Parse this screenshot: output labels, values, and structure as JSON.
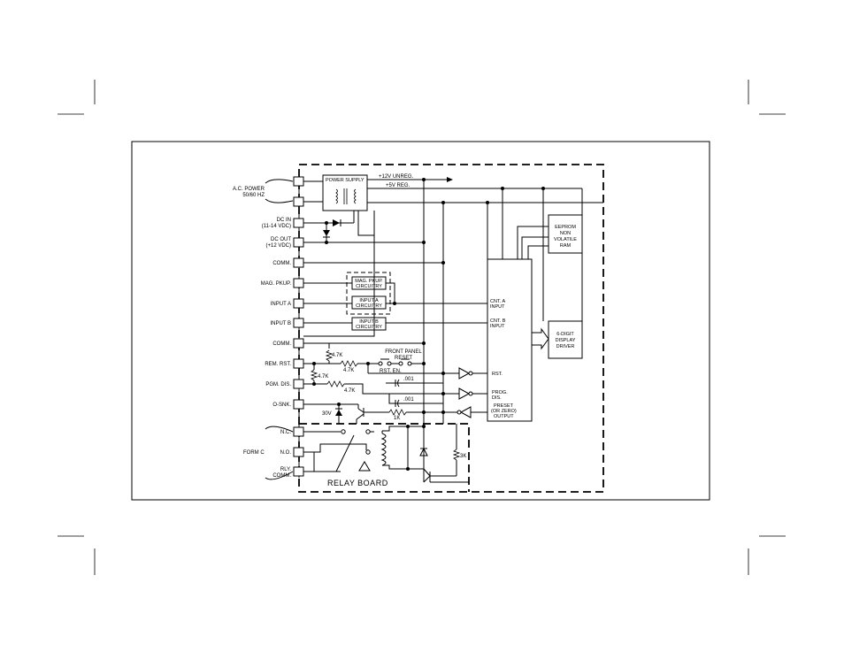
{
  "terminals": [
    {
      "id": "ac1",
      "label": ""
    },
    {
      "id": "ac2",
      "label": ""
    },
    {
      "id": "dcin",
      "label": "DC IN\n(11-14 VDC)"
    },
    {
      "id": "dcout",
      "label": "DC OUT\n(+12 VDC)"
    },
    {
      "id": "comm1",
      "label": "COMM."
    },
    {
      "id": "magpkup",
      "label": "MAG. PKUP."
    },
    {
      "id": "inputa",
      "label": "INPUT A"
    },
    {
      "id": "inputb",
      "label": "INPUT B"
    },
    {
      "id": "comm2",
      "label": "COMM."
    },
    {
      "id": "remrst",
      "label": "REM. RST."
    },
    {
      "id": "pgmdis",
      "label": "PGM. DIS."
    },
    {
      "id": "osnk",
      "label": "O-SNK."
    },
    {
      "id": "nc",
      "label": "N.C."
    },
    {
      "id": "no",
      "label": "N.O."
    },
    {
      "id": "rlycomm",
      "label": "RLY.\nCOMM."
    }
  ],
  "labels": {
    "ac_power": "A.C. POWER\n50/60 HZ",
    "form_c": "FORM C",
    "unreg": "+12V UNREG.",
    "reg": "+5V REG.",
    "power_supply": "POWER SUPPLY",
    "mag_pkup_circuitry": "MAG. PKUP.\nCIRCUITRY",
    "input_a_circuitry": "INPUT A\nCIRCUITRY",
    "input_b_circuitry": "INPUT B\nCIRCUITRY",
    "eeprom": "EEPROM\nNON\nVOLATILE\nRAM",
    "display_driver": "6-DIGIT\nDISPLAY\nDRIVER",
    "cnt_a_input": "CNT. A\nINPUT",
    "cnt_b_input": "CNT. B\nINPUT",
    "rst": "RST.",
    "prog_dis": "PROG.\nDIS.",
    "preset_output": "PRESET\n(OR ZERO)\nOUTPUT",
    "front_panel_reset": "FRONT PANEL\nRESET",
    "rst_en": "RST. EN.",
    "r_47k_1": "4.7K",
    "r_47k_2": "4.7K",
    "r_47k_3": "4.7K",
    "r_47k_4": "4.7K",
    "r_1k": "1K",
    "r_3k": "3K",
    "cap_001_1": ".001",
    "cap_001_2": ".001",
    "zener_30v": "30V",
    "relay_board": "RELAY BOARD"
  }
}
